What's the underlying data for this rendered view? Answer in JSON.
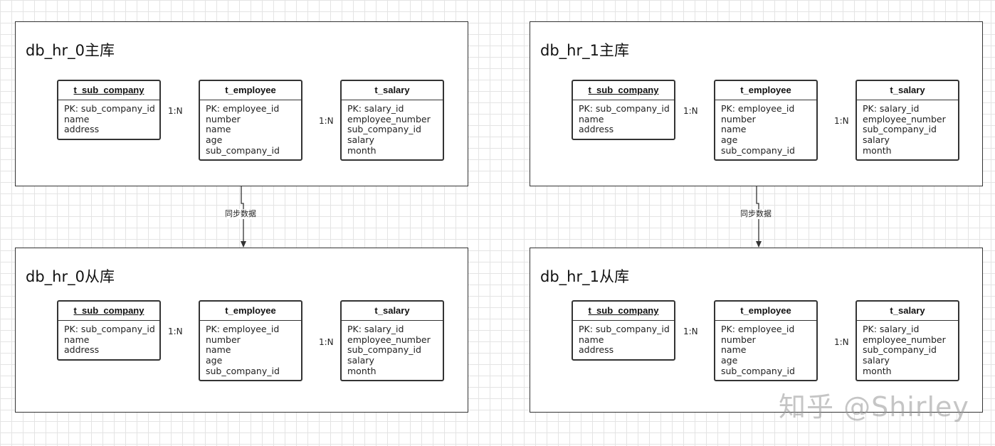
{
  "databases": [
    {
      "title": "db_hr_0主库",
      "tables": [
        {
          "name": "t_sub_company",
          "fields": [
            "PK: sub_company_id",
            "name",
            "address"
          ]
        },
        {
          "name": "t_employee",
          "fields": [
            "PK: employee_id",
            "number",
            "name",
            "age",
            "sub_company_id"
          ]
        },
        {
          "name": "t_salary",
          "fields": [
            "PK: salary_id",
            "employee_number",
            "sub_company_id",
            "salary",
            "month"
          ]
        }
      ],
      "relations": [
        "1:N",
        "1:N"
      ]
    },
    {
      "title": "db_hr_1主库",
      "tables": [
        {
          "name": "t_sub_company",
          "fields": [
            "PK: sub_company_id",
            "name",
            "address"
          ]
        },
        {
          "name": "t_employee",
          "fields": [
            "PK: employee_id",
            "number",
            "name",
            "age",
            "sub_company_id"
          ]
        },
        {
          "name": "t_salary",
          "fields": [
            "PK: salary_id",
            "employee_number",
            "sub_company_id",
            "salary",
            "month"
          ]
        }
      ],
      "relations": [
        "1:N",
        "1:N"
      ]
    },
    {
      "title": "db_hr_0从库",
      "tables": [
        {
          "name": "t_sub_company",
          "fields": [
            "PK: sub_company_id",
            "name",
            "address"
          ]
        },
        {
          "name": "t_employee",
          "fields": [
            "PK: employee_id",
            "number",
            "name",
            "age",
            "sub_company_id"
          ]
        },
        {
          "name": "t_salary",
          "fields": [
            "PK: salary_id",
            "employee_number",
            "sub_company_id",
            "salary",
            "month"
          ]
        }
      ],
      "relations": [
        "1:N",
        "1:N"
      ]
    },
    {
      "title": "db_hr_1从库",
      "tables": [
        {
          "name": "t_sub_company",
          "fields": [
            "PK: sub_company_id",
            "name",
            "address"
          ]
        },
        {
          "name": "t_employee",
          "fields": [
            "PK: employee_id",
            "number",
            "name",
            "age",
            "sub_company_id"
          ]
        },
        {
          "name": "t_salary",
          "fields": [
            "PK: salary_id",
            "employee_number",
            "sub_company_id",
            "salary",
            "month"
          ]
        }
      ],
      "relations": [
        "1:N",
        "1:N"
      ]
    }
  ],
  "sync_labels": [
    "同步数据",
    "同步数据"
  ],
  "watermark": "知乎 @Shirley"
}
